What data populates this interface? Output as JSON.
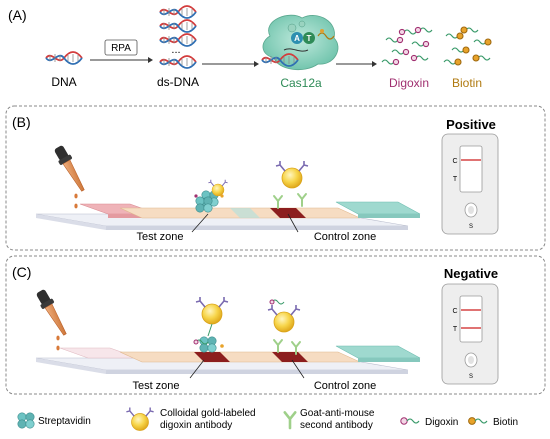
{
  "panel_a": {
    "tag": "(A)",
    "dna_label": "DNA",
    "rpa_label": "RPA",
    "dsdna_label": "ds-DNA",
    "dots": "...",
    "cas_label": "Cas12a",
    "digoxin_label": "Digoxin",
    "biotin_label": "Biotin",
    "crRNA_letters": [
      "A",
      "T"
    ]
  },
  "panel_b": {
    "tag": "(B)",
    "result_title": "Positive",
    "test_zone": "Test zone",
    "control_zone": "Control zone",
    "cassette_c": "C",
    "cassette_t": "T",
    "cassette_s": "S"
  },
  "panel_c": {
    "tag": "(C)",
    "result_title": "Negative",
    "test_zone": "Test zone",
    "control_zone": "Control zone",
    "cassette_c": "C",
    "cassette_t": "T",
    "cassette_s": "S"
  },
  "legend": {
    "streptavidin": "Streptavidin",
    "gold_antibody_line1": "Colloidal gold-labeled",
    "gold_antibody_line2": "digoxin antibody",
    "goat_line1": "Goat-anti-mouse",
    "goat_line2": "second antibody",
    "digoxin": "Digoxin",
    "biotin": "Biotin"
  },
  "colors": {
    "digoxin": "#a03070",
    "biotin": "#b07a10",
    "cas": "#2e8b57",
    "gold": "#f4d03f",
    "test_line": "#d64545",
    "strip_pad": "#f6dcc2",
    "sample_pad": "#efb3b8",
    "absorbent_pad": "#9fd9cf",
    "streptavidin": "#5fb3b3"
  }
}
